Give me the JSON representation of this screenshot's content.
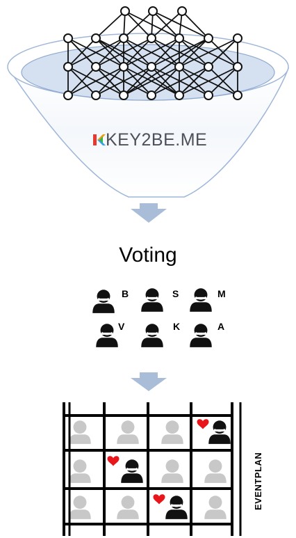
{
  "logo": {
    "text": "KEY2BE.ME"
  },
  "voting": {
    "title": "Voting",
    "voters": [
      "B",
      "S",
      "M",
      "V",
      "K",
      "A"
    ]
  },
  "eventplan": {
    "label": "EVENTPLAN"
  },
  "colors": {
    "funnel_fill": "#dbe4f1",
    "funnel_stroke": "#8ea9cf",
    "arrow": "#a9bcd8",
    "heart": "#e8151b",
    "person_dark": "#111111",
    "person_light": "#c8c8c8"
  }
}
